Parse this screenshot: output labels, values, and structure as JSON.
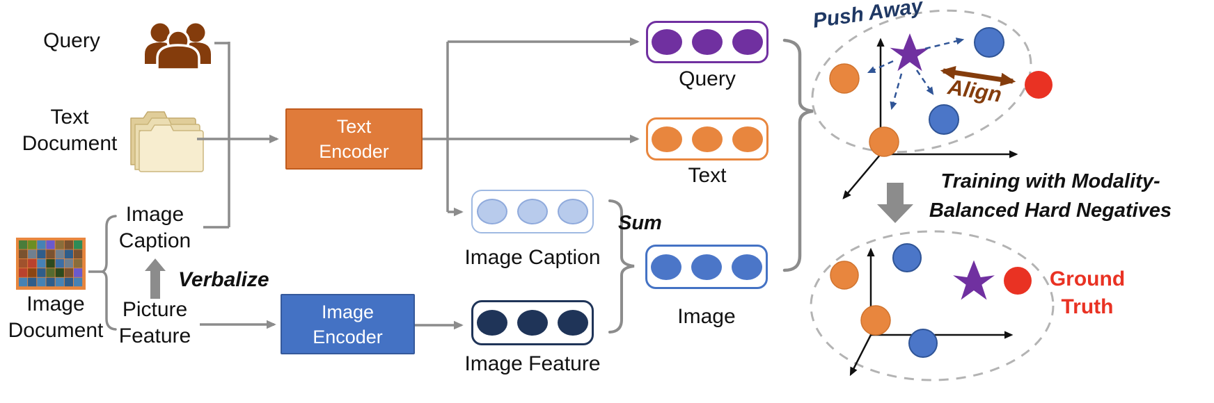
{
  "figure": {
    "left_inputs": {
      "query_label": "Query",
      "text_document_label": "Text\nDocument",
      "image_document_label": "Image\nDocument",
      "image_caption_label": "Image\nCaption",
      "picture_feature_label": "Picture\nFeature",
      "verbalize_label": "Verbalize"
    },
    "encoders": {
      "text_encoder_label": "Text\nEncoder",
      "image_encoder_label": "Image\nEncoder"
    },
    "embeddings": {
      "query_label": "Query",
      "text_label": "Text",
      "image_caption_label": "Image Caption",
      "image_feature_label": "Image Feature",
      "image_label": "Image",
      "sum_label": "Sum"
    },
    "embedding_space": {
      "push_away_label": "Push Away",
      "align_label": "Align",
      "transition_caption": "Training with Modality-\nBalanced Hard Negatives",
      "ground_truth_label": "Ground\nTruth"
    },
    "icons": {
      "query": "people-group-icon",
      "text_document": "folders-icon",
      "image_document": "photo-collage-icon",
      "verbalize": "up-block-arrow-icon",
      "transition": "down-block-arrow-icon"
    },
    "colors": {
      "orange": "#E8863E",
      "orange_dark": "#C05B1D",
      "encoder_orange": "#E07B3A",
      "blue": "#4472C4",
      "blue_circle": "#4B76C8",
      "blue_dark": "#2F5496",
      "light_blue": "#B8CBEC",
      "light_blue_border": "#8FAADC",
      "navy": "#1F3458",
      "push_away_navy": "#1F3864",
      "purple": "#7030A0",
      "red": "#E93223",
      "brown": "#843C0C",
      "connector_gray": "#8C8C8C",
      "dashed_gray": "#B3B3B3",
      "text_black": "#111111"
    }
  }
}
